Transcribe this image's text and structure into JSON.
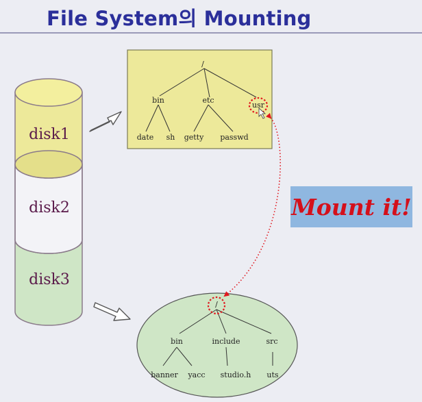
{
  "title": "File System의 Mounting",
  "disks": [
    "disk1",
    "disk2",
    "disk3"
  ],
  "mount_label": "Mount it!",
  "tree_top": {
    "root": "/",
    "bin": "bin",
    "etc": "etc",
    "usr": "usr",
    "date": "date",
    "sh": "sh",
    "getty": "getty",
    "passwd": "passwd"
  },
  "tree_bottom": {
    "root": "/",
    "bin": "bin",
    "include": "include",
    "src": "src",
    "banner": "banner",
    "yacc": "yacc",
    "studio_h": "studio.h",
    "uts": "uts"
  },
  "colors": {
    "title": "#2b2f9a",
    "disk1_fill": "#ede99a",
    "disk3_fill": "#cfe6c6",
    "tree_top_fill": "#ede99a",
    "tree_bottom_fill": "#cfe6c6",
    "mount_bg": "#8fb7e0",
    "mount_text": "#d4101b",
    "disk_text": "#5a1a4a",
    "mount_marker": "#e0181f"
  }
}
